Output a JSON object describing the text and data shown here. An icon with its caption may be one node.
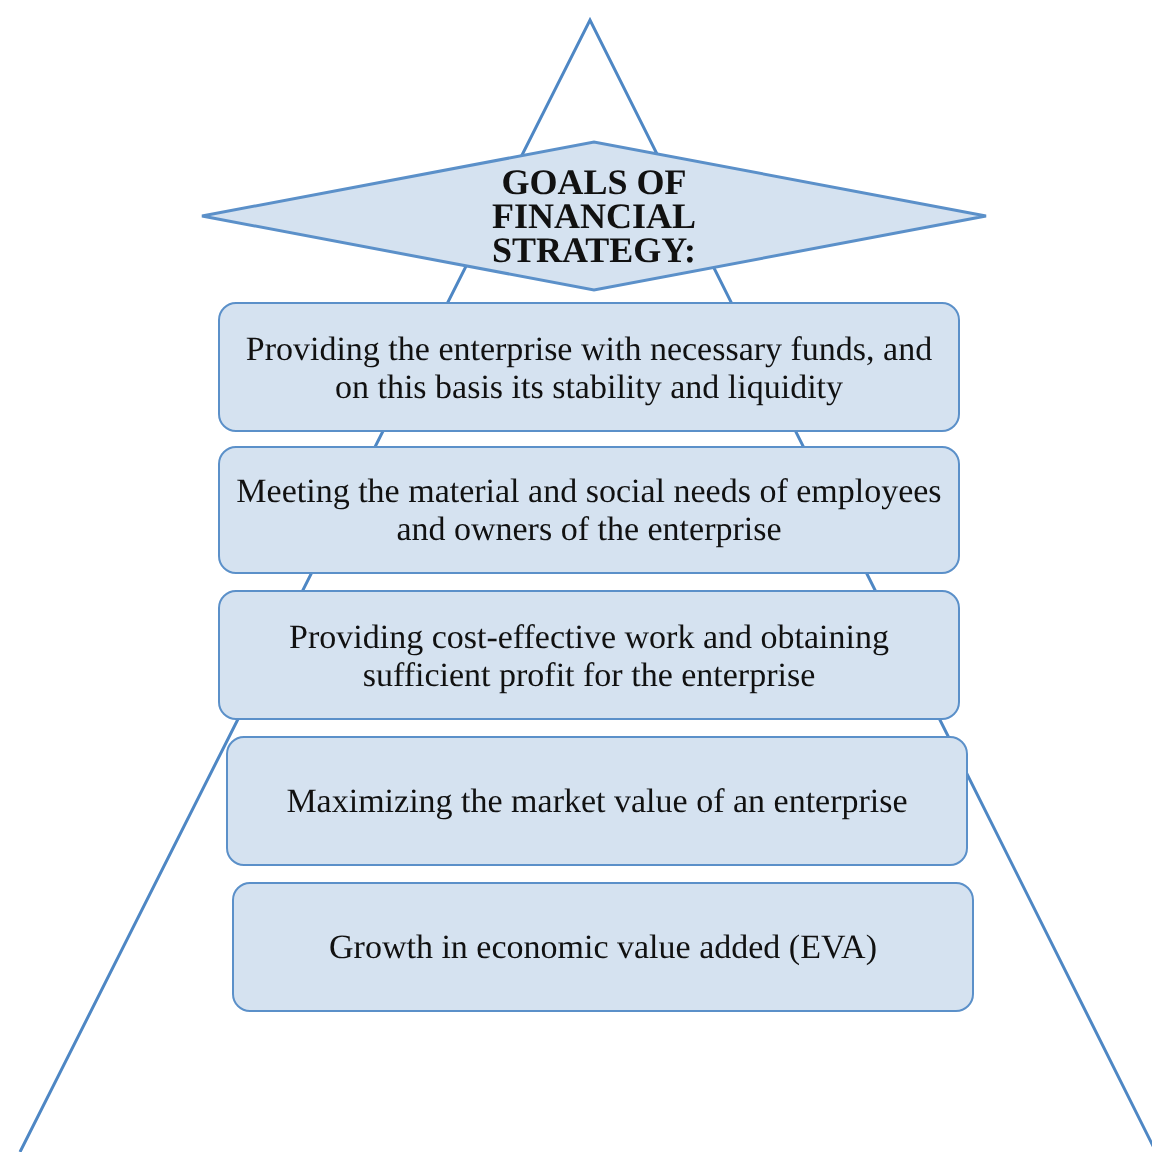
{
  "diagram": {
    "nodes": [
      {
        "text": [
          "GOALS OF FINANCIAL STRATEGY:"
        ]
      },
      {
        "text": [
          "Providing the enterprise with necessary funds, and on this basis its stability and liquidity"
        ]
      },
      {
        "text": [
          "Meeting the material and social needs of employees and owners of the enterprise"
        ]
      },
      {
        "text": [
          "Providing cost-effective work and obtaining sufficient profit for the enterprise"
        ]
      },
      {
        "text": [
          "Maximizing the market value of an enterprise"
        ]
      },
      {
        "text": [
          "Growth in economic value added (EVA)"
        ]
      }
    ]
  }
}
